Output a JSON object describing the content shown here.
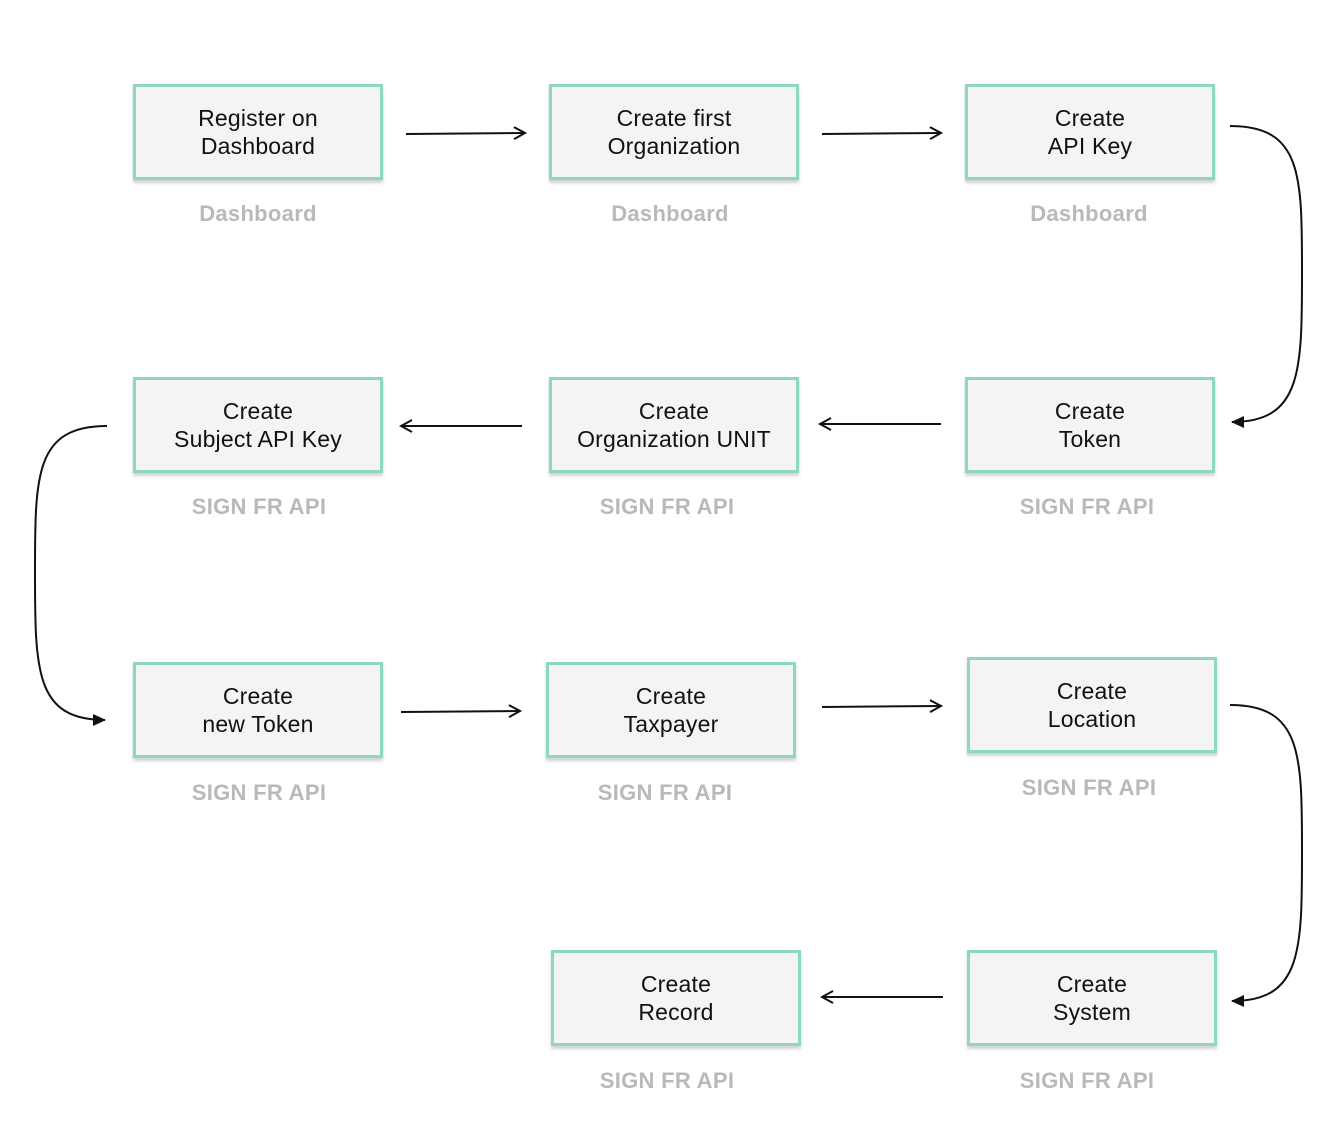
{
  "diagram": {
    "steps": [
      {
        "id": "register",
        "line1": "Register on",
        "line2": "Dashboard",
        "caption": "Dashboard"
      },
      {
        "id": "create-first-organization",
        "line1": "Create first",
        "line2": "Organization",
        "caption": "Dashboard"
      },
      {
        "id": "create-api-key",
        "line1": "Create",
        "line2": "API Key",
        "caption": "Dashboard"
      },
      {
        "id": "create-token",
        "line1": "Create",
        "line2": "Token",
        "caption": "SIGN FR API"
      },
      {
        "id": "create-organization-unit",
        "line1": "Create",
        "line2": "Organization UNIT",
        "caption": "SIGN FR API"
      },
      {
        "id": "create-subject-api-key",
        "line1": "Create",
        "line2": "Subject API Key",
        "caption": "SIGN FR API"
      },
      {
        "id": "create-new-token",
        "line1": "Create",
        "line2": "new Token",
        "caption": "SIGN FR API"
      },
      {
        "id": "create-taxpayer",
        "line1": "Create",
        "line2": "Taxpayer",
        "caption": "SIGN FR API"
      },
      {
        "id": "create-location",
        "line1": "Create",
        "line2": "Location",
        "caption": "SIGN FR API"
      },
      {
        "id": "create-system",
        "line1": "Create",
        "line2": "System",
        "caption": "SIGN FR API"
      },
      {
        "id": "create-record",
        "line1": "Create",
        "line2": "Record",
        "caption": "SIGN FR API"
      }
    ],
    "colors": {
      "box_border": "#8ed9be",
      "box_fill": "#f4f4f4",
      "caption": "#b9b9b9",
      "arrow": "#111111"
    }
  }
}
